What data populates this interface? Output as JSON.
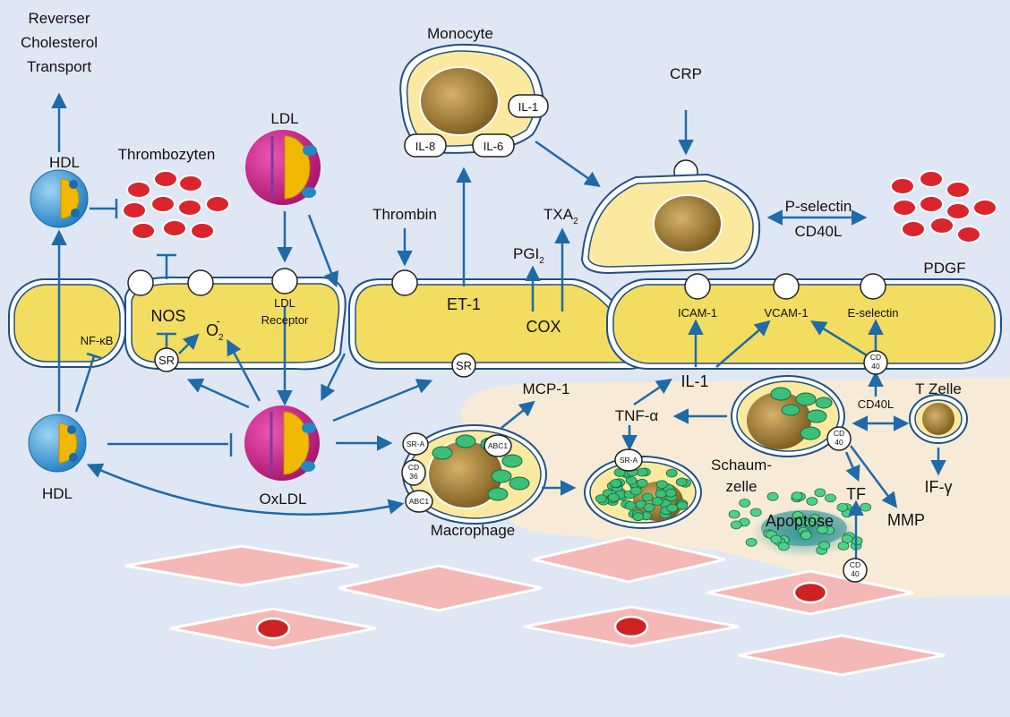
{
  "colors": {
    "background": "#dfe7f5",
    "intima": "#f7ebd7",
    "arrow": "#1f6aa8",
    "endothelium": "#f3dd60",
    "nucleus": "#a8873a",
    "smooth_muscle": "#f4b8b6",
    "lipid_droplet": "#3cbf78",
    "platelet": "#d9252b",
    "ldl_shell": "#cc1d8a"
  },
  "labels": {
    "reverse_cholesterol": [
      "Reverser",
      "Cholesterol",
      "Transport"
    ],
    "hdl_top": "HDL",
    "thrombozyten": "Thrombozyten",
    "ldl": "LDL",
    "monocyte": "Monocyte",
    "il1": "IL-1",
    "il8": "IL-8",
    "il6": "IL-6",
    "crp": "CRP",
    "thrombin": "Thrombin",
    "txa2": "TXA",
    "txa2_sub": "2",
    "pgi2": "PGI",
    "pgi2_sub": "2",
    "p_selectin": "P-selectin",
    "cd40l_top": "CD40L",
    "pdgf": "PDGF",
    "nos": "NOS",
    "o2": "O",
    "o2_sub": "2",
    "o2_sup": "-",
    "ldl_receptor": [
      "LDL",
      "Receptor"
    ],
    "nfkb": "NF-κB",
    "sr1": "SR",
    "sr2": "SR",
    "et1": "ET-1",
    "cox": "COX",
    "icam1": "ICAM-1",
    "vcam1": "VCAM-1",
    "e_selectin": "E-selectin",
    "cd40_a": [
      "CD",
      "40"
    ],
    "il1_mid": "IL-1",
    "mcp1": "MCP-1",
    "tnf_alpha": "TNF-α",
    "cd40l_mid": "CD40L",
    "t_zelle": "T Zelle",
    "schaumzelle": [
      "Schaum-",
      "zelle"
    ],
    "cd40_b": [
      "CD",
      "40"
    ],
    "tf": "TF",
    "mmp": "MMP",
    "if_gamma": "IF-γ",
    "apoptose": "Apoptose",
    "cd40_c": [
      "CD",
      "40"
    ],
    "hdl_bottom": "HDL",
    "oxldl": "OxLDL",
    "macrophage": "Macrophage",
    "sra_mac": "SR-A",
    "cd36": [
      "CD",
      "36"
    ],
    "abc1_a": "ABC1",
    "abc1_b": "ABC1",
    "sra_foam": "SR-A"
  }
}
